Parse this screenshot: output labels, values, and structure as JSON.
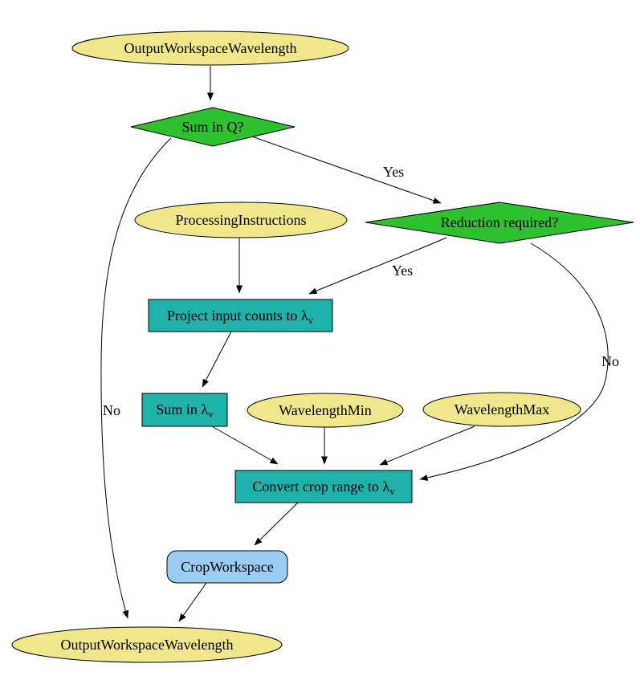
{
  "diagram": {
    "nodes": {
      "output_top": {
        "label": "OutputWorkspaceWavelength",
        "shape": "ellipse"
      },
      "sum_in_q": {
        "label": "Sum in Q?",
        "shape": "diamond"
      },
      "reduction_required": {
        "label": "Reduction required?",
        "shape": "diamond"
      },
      "processing_instructions": {
        "label": "ProcessingInstructions",
        "shape": "ellipse"
      },
      "project_counts": {
        "label": "Project input counts to λ",
        "subscript": "v",
        "shape": "rect"
      },
      "sum_in_lambda": {
        "label": "Sum in λ",
        "subscript": "v",
        "shape": "rect"
      },
      "wavelength_min": {
        "label": "WavelengthMin",
        "shape": "ellipse"
      },
      "wavelength_max": {
        "label": "WavelengthMax",
        "shape": "ellipse"
      },
      "convert_crop_range": {
        "label": "Convert crop range to λ",
        "subscript": "v",
        "shape": "rect"
      },
      "crop_workspace": {
        "label": "CropWorkspace",
        "shape": "rounded-rect"
      },
      "output_bottom": {
        "label": "OutputWorkspaceWavelength",
        "shape": "ellipse"
      }
    },
    "edges": {
      "sum_in_q_yes": {
        "label": "Yes"
      },
      "sum_in_q_no": {
        "label": "No"
      },
      "reduction_yes": {
        "label": "Yes"
      },
      "reduction_no": {
        "label": "No"
      }
    },
    "colors": {
      "ellipse_fill": "#f0e68c",
      "diamond_fill": "#2ec02e",
      "process_fill": "#20b2aa",
      "workspace_fill": "#9acbf0",
      "stroke": "#000000"
    }
  }
}
